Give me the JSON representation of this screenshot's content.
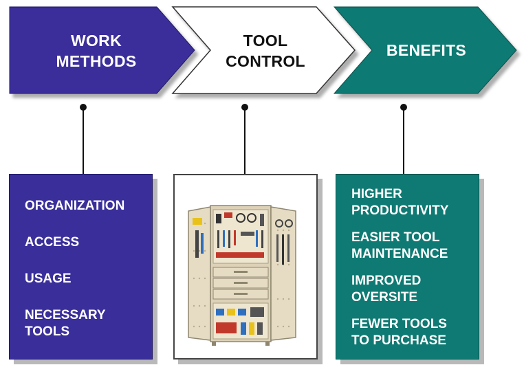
{
  "steps": [
    {
      "title": "WORK\nMETHODS",
      "color": "#3a2f9a",
      "text_color": "#ffffff"
    },
    {
      "title": "TOOL\nCONTROL",
      "color": "#ffffff",
      "text_color": "#111111"
    },
    {
      "title": "BENEFITS",
      "color": "#0f7a73",
      "text_color": "#ffffff"
    }
  ],
  "work_methods": {
    "items": [
      "ORGANIZATION",
      "ACCESS",
      "USAGE",
      "NECESSARY\nTOOLS"
    ]
  },
  "tool_control": {
    "image": "tool-storage-cabinet"
  },
  "benefits": {
    "items": [
      "HIGHER\nPRODUCTIVITY",
      "EASIER TOOL\nMAINTENANCE",
      "IMPROVED\nOVERSITE",
      "FEWER TOOLS\nTO PURCHASE"
    ]
  }
}
